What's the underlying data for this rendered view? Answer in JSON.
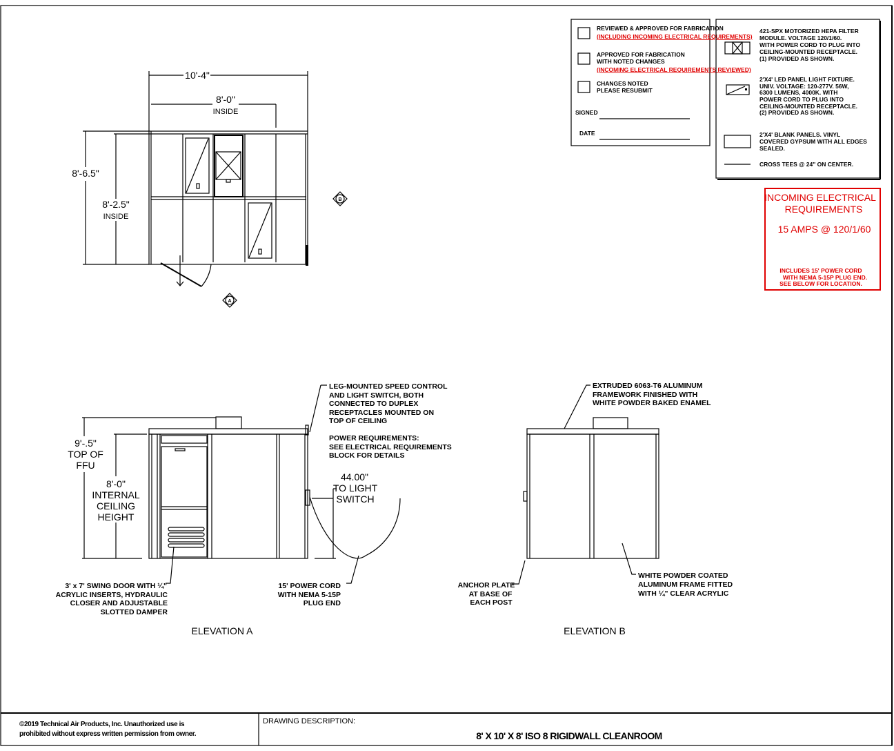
{
  "approval_block": {
    "options": [
      {
        "lines": [
          "REVIEWED & APPROVED FOR FABRICATION"
        ],
        "red_note": "(INCLUDING INCOMING ELECTRICAL REQUIREMENTS)"
      },
      {
        "lines": [
          "APPROVED FOR FABRICATION",
          "WITH NOTED CHANGES"
        ],
        "red_note": "(INCOMING ELECTRICAL REQUIREMENTS REVIEWED)"
      },
      {
        "lines": [
          "CHANGES NOTED",
          "PLEASE RESUBMIT"
        ],
        "red_note": ""
      }
    ],
    "signed_label": "SIGNED",
    "date_label": "DATE"
  },
  "legend": {
    "items": [
      {
        "icon": "hepa-filter-icon",
        "lines": [
          "421-SPX MOTORIZED HEPA FILTER",
          "MODULE. VOLTAGE 120/1/60.",
          "WITH POWER CORD TO PLUG INTO",
          "CEILING-MOUNTED RECEPTACLE.",
          "(1) PROVIDED AS SHOWN."
        ]
      },
      {
        "icon": "led-light-fixture-icon",
        "lines": [
          "2'X4' LED PANEL LIGHT FIXTURE.",
          "UNIV. VOLTAGE: 120-277V.  56W,",
          "6300 LUMENS, 4000K. WITH",
          "POWER CORD TO PLUG INTO",
          "CEILING-MOUNTED RECEPTACLE.",
          "(2) PROVIDED AS SHOWN."
        ]
      },
      {
        "icon": "blank-panel-icon",
        "lines": [
          "2'X4' BLANK PANELS. VINYL",
          "COVERED GYPSUM WITH ALL EDGES",
          "SEALED."
        ]
      },
      {
        "icon": "cross-tee-line-icon",
        "lines": [
          "CROSS TEES @ 24\" ON CENTER."
        ]
      }
    ]
  },
  "electrical": {
    "title": [
      "INCOMING ELECTRICAL",
      "REQUIREMENTS"
    ],
    "spec": "15 AMPS @ 120/1/60",
    "notes": [
      "INCLUDES 15' POWER CORD",
      "WITH NEMA 5-15P PLUG END.",
      "SEE BELOW FOR LOCATION."
    ],
    "color": "#e00000"
  },
  "plan": {
    "overall_width": "10'-4\"",
    "inside_width": "8'-0\"",
    "inside_width_label": "INSIDE",
    "overall_depth": "8'-6.5\"",
    "inside_depth": "8'-2.5\"",
    "inside_depth_label": "INSIDE",
    "marker_a": "A",
    "marker_b": "B"
  },
  "elevation_a": {
    "title": "ELEVATION A",
    "ffu_height": [
      "9'-.5\"",
      "TOP OF",
      "FFU"
    ],
    "ceiling_height": [
      "8'-0\"",
      "INTERNAL",
      "CEILING",
      "HEIGHT"
    ],
    "speed_control_note": [
      "LEG-MOUNTED SPEED CONTROL",
      "AND LIGHT SWITCH, BOTH",
      "CONNECTED TO DUPLEX",
      "RECEPTACLES MOUNTED ON",
      "TOP OF CEILING"
    ],
    "power_note": [
      "POWER REQUIREMENTS:",
      "SEE ELECTRICAL REQUIREMENTS",
      "BLOCK FOR DETAILS"
    ],
    "switch_height": [
      "44.00\"",
      "TO LIGHT",
      "SWITCH"
    ],
    "door_note": [
      "3' x 7' SWING DOOR WITH ¼\"",
      "ACRYLIC INSERTS, HYDRAULIC",
      "CLOSER AND ADJUSTABLE",
      "SLOTTED DAMPER"
    ],
    "cord_note": [
      "15' POWER CORD",
      "WITH NEMA 5-15P",
      "PLUG END"
    ]
  },
  "elevation_b": {
    "title": "ELEVATION B",
    "frame_note": [
      "EXTRUDED 6063-T6 ALUMINUM",
      "FRAMEWORK FINISHED WITH",
      "WHITE POWDER BAKED ENAMEL"
    ],
    "anchor_note": [
      "ANCHOR PLATE",
      "AT BASE OF",
      "EACH POST"
    ],
    "panel_note": [
      "WHITE POWDER COATED",
      "ALUMINUM FRAME FITTED",
      "WITH ¼\" CLEAR ACRYLIC"
    ]
  },
  "title_block": {
    "copyright": [
      "©2019 Technical Air Products, Inc.  Unauthorized use is",
      "prohibited without express written permission from owner."
    ],
    "description_label": "DRAWING DESCRIPTION:",
    "description": "8' X 10' X 8' ISO 8 RIGIDWALL CLEANROOM"
  }
}
